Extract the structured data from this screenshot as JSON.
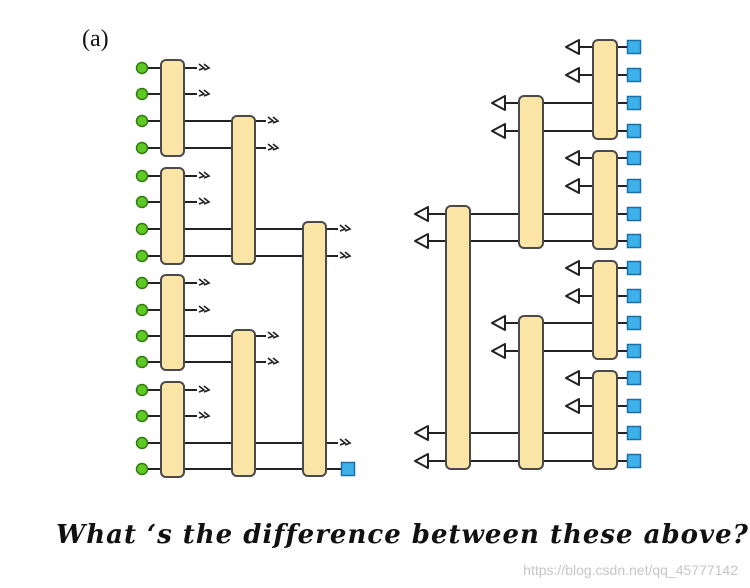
{
  "figure": {
    "panel_label": "(a)",
    "caption": "What ‘s the difference between these above?",
    "watermark": "https://blog.csdn.net/qq_45777142"
  },
  "colors": {
    "block_fill": "#fbe5a6",
    "block_stroke": "#4a4a4a",
    "input_node": "#5ec924",
    "input_node_stroke": "#2f7a10",
    "output_node": "#3fb1ea",
    "output_node_stroke": "#1a6fa8",
    "wire": "#222222"
  },
  "left_tree": {
    "inputs": 16,
    "levels": 3,
    "final_output": "square"
  },
  "right_tree": {
    "outputs": 16,
    "levels": 3,
    "final_output": "triangle"
  }
}
